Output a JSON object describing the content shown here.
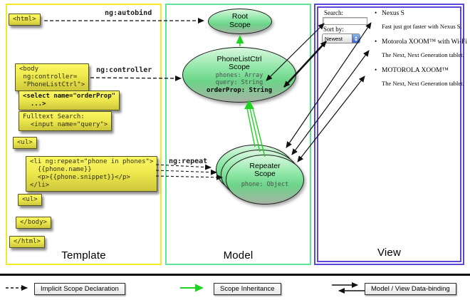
{
  "columns": {
    "template": {
      "label": "Template"
    },
    "model": {
      "label": "Model"
    },
    "view": {
      "label": "View"
    }
  },
  "template_code": {
    "html_open": "<html>",
    "body_open": "<body\n ng:controller=\n \"PhoneListCtrl\">",
    "select": "<select name=\"orderProp\"\n  ...>",
    "fulltext": "Fulltext Search:\n  <input name=\"query\">",
    "ul_1": "<ul>",
    "li_repeat": "<li ng:repeat=\"phone in phones\">\n  {{phone.name}}\n  <p>{{phone.snippet}}</p>\n</li>",
    "ul_2": "<ul>",
    "body_close": "</body>",
    "html_close": "</html>"
  },
  "directive_labels": {
    "autobind": "ng:autobind",
    "controller": "ng:controller",
    "repeat": "ng:repeat"
  },
  "scopes": {
    "root": {
      "title": "Root\nScope"
    },
    "phone_list_ctrl": {
      "title": "PhoneListCtrl\nScope",
      "prop_phones": "phones: Array",
      "prop_query": "query: String",
      "prop_order": "orderProp: String"
    },
    "repeater": {
      "title": "Repeater\nScope",
      "prop_phone": "phone: Object"
    }
  },
  "view": {
    "search_label": "Search:",
    "sort_label": "Sort by:",
    "sort_value": "Newest",
    "bullet": "•",
    "items": [
      {
        "title": "Nexus S",
        "desc": "Fast just got faster with Nexus S."
      },
      {
        "title": "Motorola XOOM™ with Wi-Fi",
        "desc": "The Next, Next Generation tablet."
      },
      {
        "title": "MOTOROLA XOOM™",
        "desc": "The Next, Next Generation tablet."
      }
    ]
  },
  "legend": {
    "implicit_label": "Implicit Scope Declaration",
    "inheritance_label": "Scope Inheritance",
    "binding_label": "Model / View Data-binding"
  },
  "colors": {
    "template_border": "#f2ea22",
    "model_border": "#5fe39c",
    "view_border": "#5a49d6",
    "inheritance_green": "#1ed31e",
    "code_box_yellow": "#efe94e",
    "scope_fill_green": "#8ee7a6"
  }
}
